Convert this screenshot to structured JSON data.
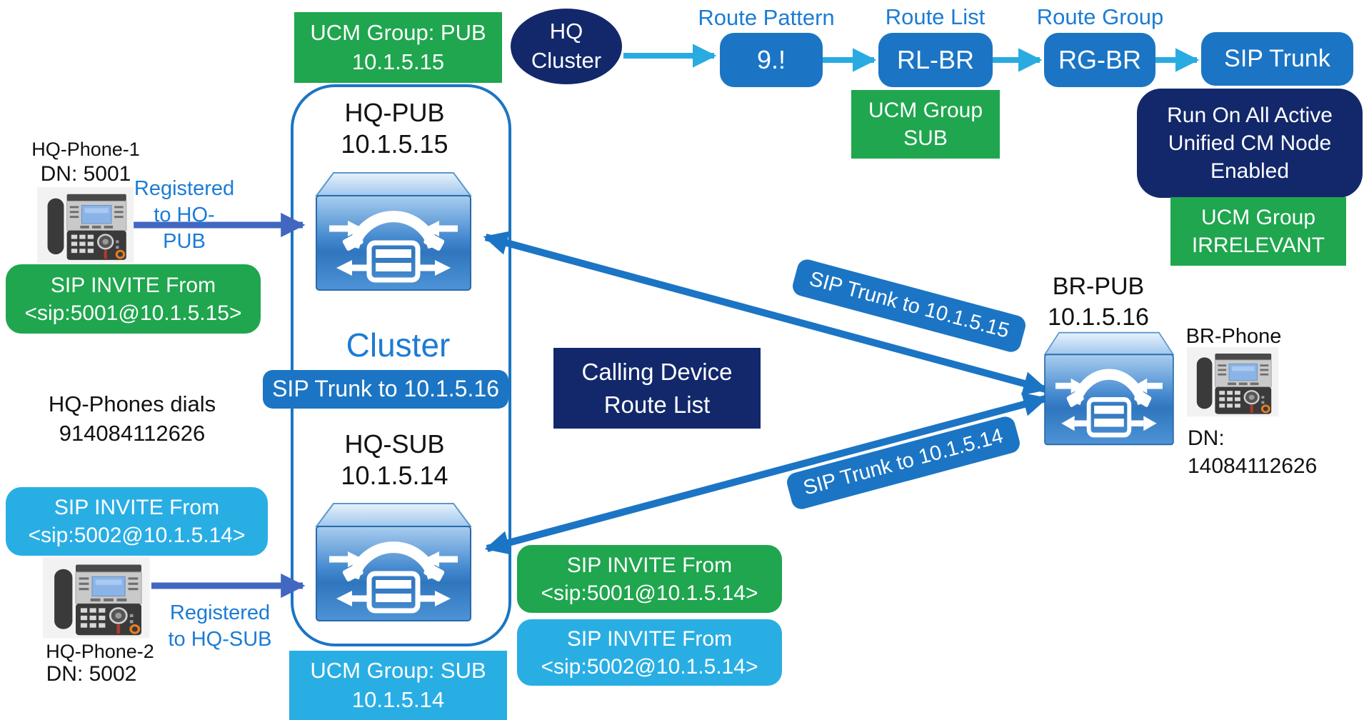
{
  "colors": {
    "green": "#1FA64E",
    "cyan": "#29AEE4",
    "blue": "#1B75C4",
    "navy": "#13286B",
    "labelblue": "#1B7CD4",
    "royal": "#4167C0",
    "arrowcyan": "#29ABE2"
  },
  "left": {
    "phone1": {
      "label": "HQ-Phone-1",
      "dn": "DN: 5001"
    },
    "registered1": {
      "line1": "Registered",
      "line2": "to HQ-PUB"
    },
    "invite_green": {
      "line1": "SIP INVITE From",
      "line2": "<sip:5001@10.1.5.15>"
    },
    "dials": {
      "line1": "HQ-Phones dials",
      "line2": "914084112626"
    },
    "invite_cyan": {
      "line1": "SIP INVITE From",
      "line2": "<sip:5002@10.1.5.14>"
    },
    "phone2": {
      "label": "HQ-Phone-2",
      "dn": "DN: 5002"
    },
    "registered2": {
      "line1": "Registered",
      "line2": "to HQ-SUB"
    }
  },
  "cluster": {
    "group_pub": {
      "line1": "UCM Group: PUB",
      "line2": "10.1.5.15"
    },
    "pub": {
      "name": "HQ-PUB",
      "ip": "10.1.5.15"
    },
    "label": "Cluster",
    "trunk16": "SIP Trunk to 10.1.5.16",
    "sub": {
      "name": "HQ-SUB",
      "ip": "10.1.5.14"
    },
    "group_sub": {
      "line1": "UCM Group: SUB",
      "line2": "10.1.5.14"
    }
  },
  "flow": {
    "cluster_node": {
      "line1": "HQ",
      "line2": "Cluster"
    },
    "route_pattern": {
      "label": "Route Pattern",
      "value": "9.!"
    },
    "route_list": {
      "label": "Route List",
      "value": "RL-BR",
      "group_line1": "UCM Group",
      "group_line2": "SUB"
    },
    "route_group": {
      "label": "Route Group",
      "value": "RG-BR"
    },
    "sip_trunk": {
      "value": "SIP Trunk",
      "note_line1": "Run On All Active",
      "note_line2": "Unified CM Node",
      "note_line3": "Enabled",
      "group_line1": "UCM Group",
      "group_line2": "IRRELEVANT"
    }
  },
  "middle": {
    "calling_device": {
      "line1": "Calling Device",
      "line2": "Route List"
    },
    "trunk15": "SIP Trunk to 10.1.5.15",
    "trunk14": "SIP Trunk to 10.1.5.14"
  },
  "right": {
    "br": {
      "name": "BR-PUB",
      "ip": "10.1.5.16"
    },
    "phone": {
      "label": "BR-Phone",
      "dn_line1": "DN:",
      "dn_line2": "14084112626"
    },
    "invite_green": {
      "line1": "SIP INVITE From",
      "line2": "<sip:5001@10.1.5.14>"
    },
    "invite_cyan": {
      "line1": "SIP INVITE From",
      "line2": "<sip:5002@10.1.5.14>"
    }
  }
}
